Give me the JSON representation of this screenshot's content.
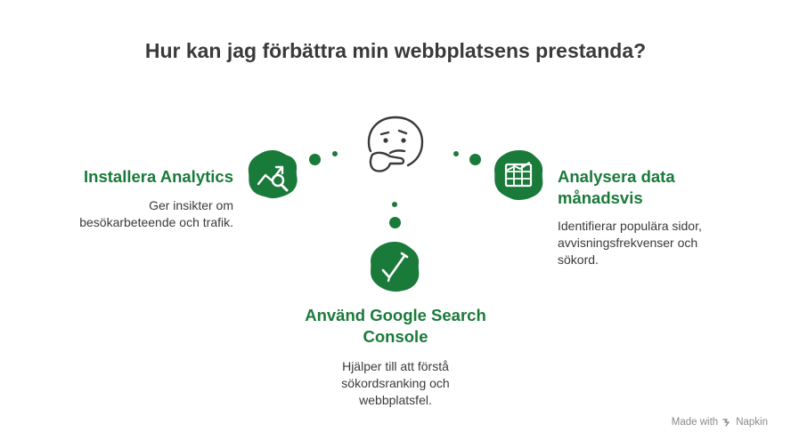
{
  "title": "Hur kan jag förbättra min webbplatsens prestanda?",
  "colors": {
    "accent": "#1a7a3a",
    "text": "#3a3a3a"
  },
  "items": [
    {
      "heading": "Installera Analytics",
      "description": [
        "Ger insikter om",
        "besökarbeteende och trafik."
      ],
      "icon": "analytics-chart-magnifier-icon"
    },
    {
      "heading": [
        "Använd Google Search",
        "Console"
      ],
      "description": [
        "Hjälper till att förstå",
        "sökordsranking och",
        "webbplatsfel."
      ],
      "icon": "checkmark-pencil-icon"
    },
    {
      "heading": [
        "Analysera data",
        "månadsvis"
      ],
      "description": [
        "Identifierar populära sidor,",
        "avvisningsfrekvenser och",
        "sökord."
      ],
      "icon": "spreadsheet-chart-icon"
    }
  ],
  "center_icon": "thinking-face-icon",
  "footer": {
    "prefix": "Made with",
    "brand": "Napkin"
  }
}
